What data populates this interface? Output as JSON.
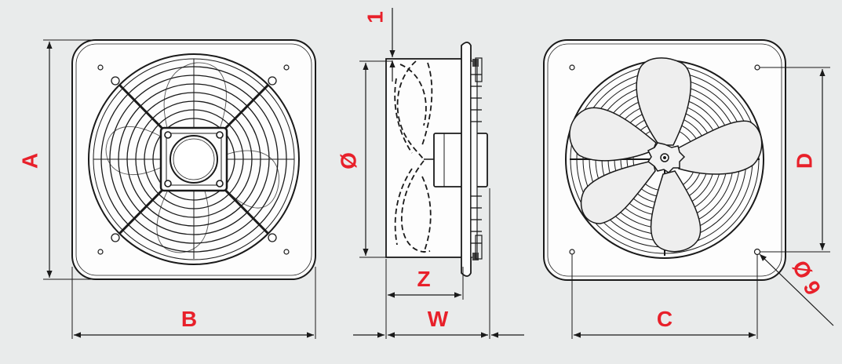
{
  "labels": {
    "a": "A",
    "b": "B",
    "one": "1",
    "phi": "Ø",
    "z": "Z",
    "w": "W",
    "c": "C",
    "d": "D",
    "hole": "Ø 9"
  },
  "colors": {
    "background": "#e9ebeb",
    "label": "#e8202a",
    "line": "#1a1a1a",
    "plate": "#fdfdfd",
    "blade": "#eeeeee"
  }
}
